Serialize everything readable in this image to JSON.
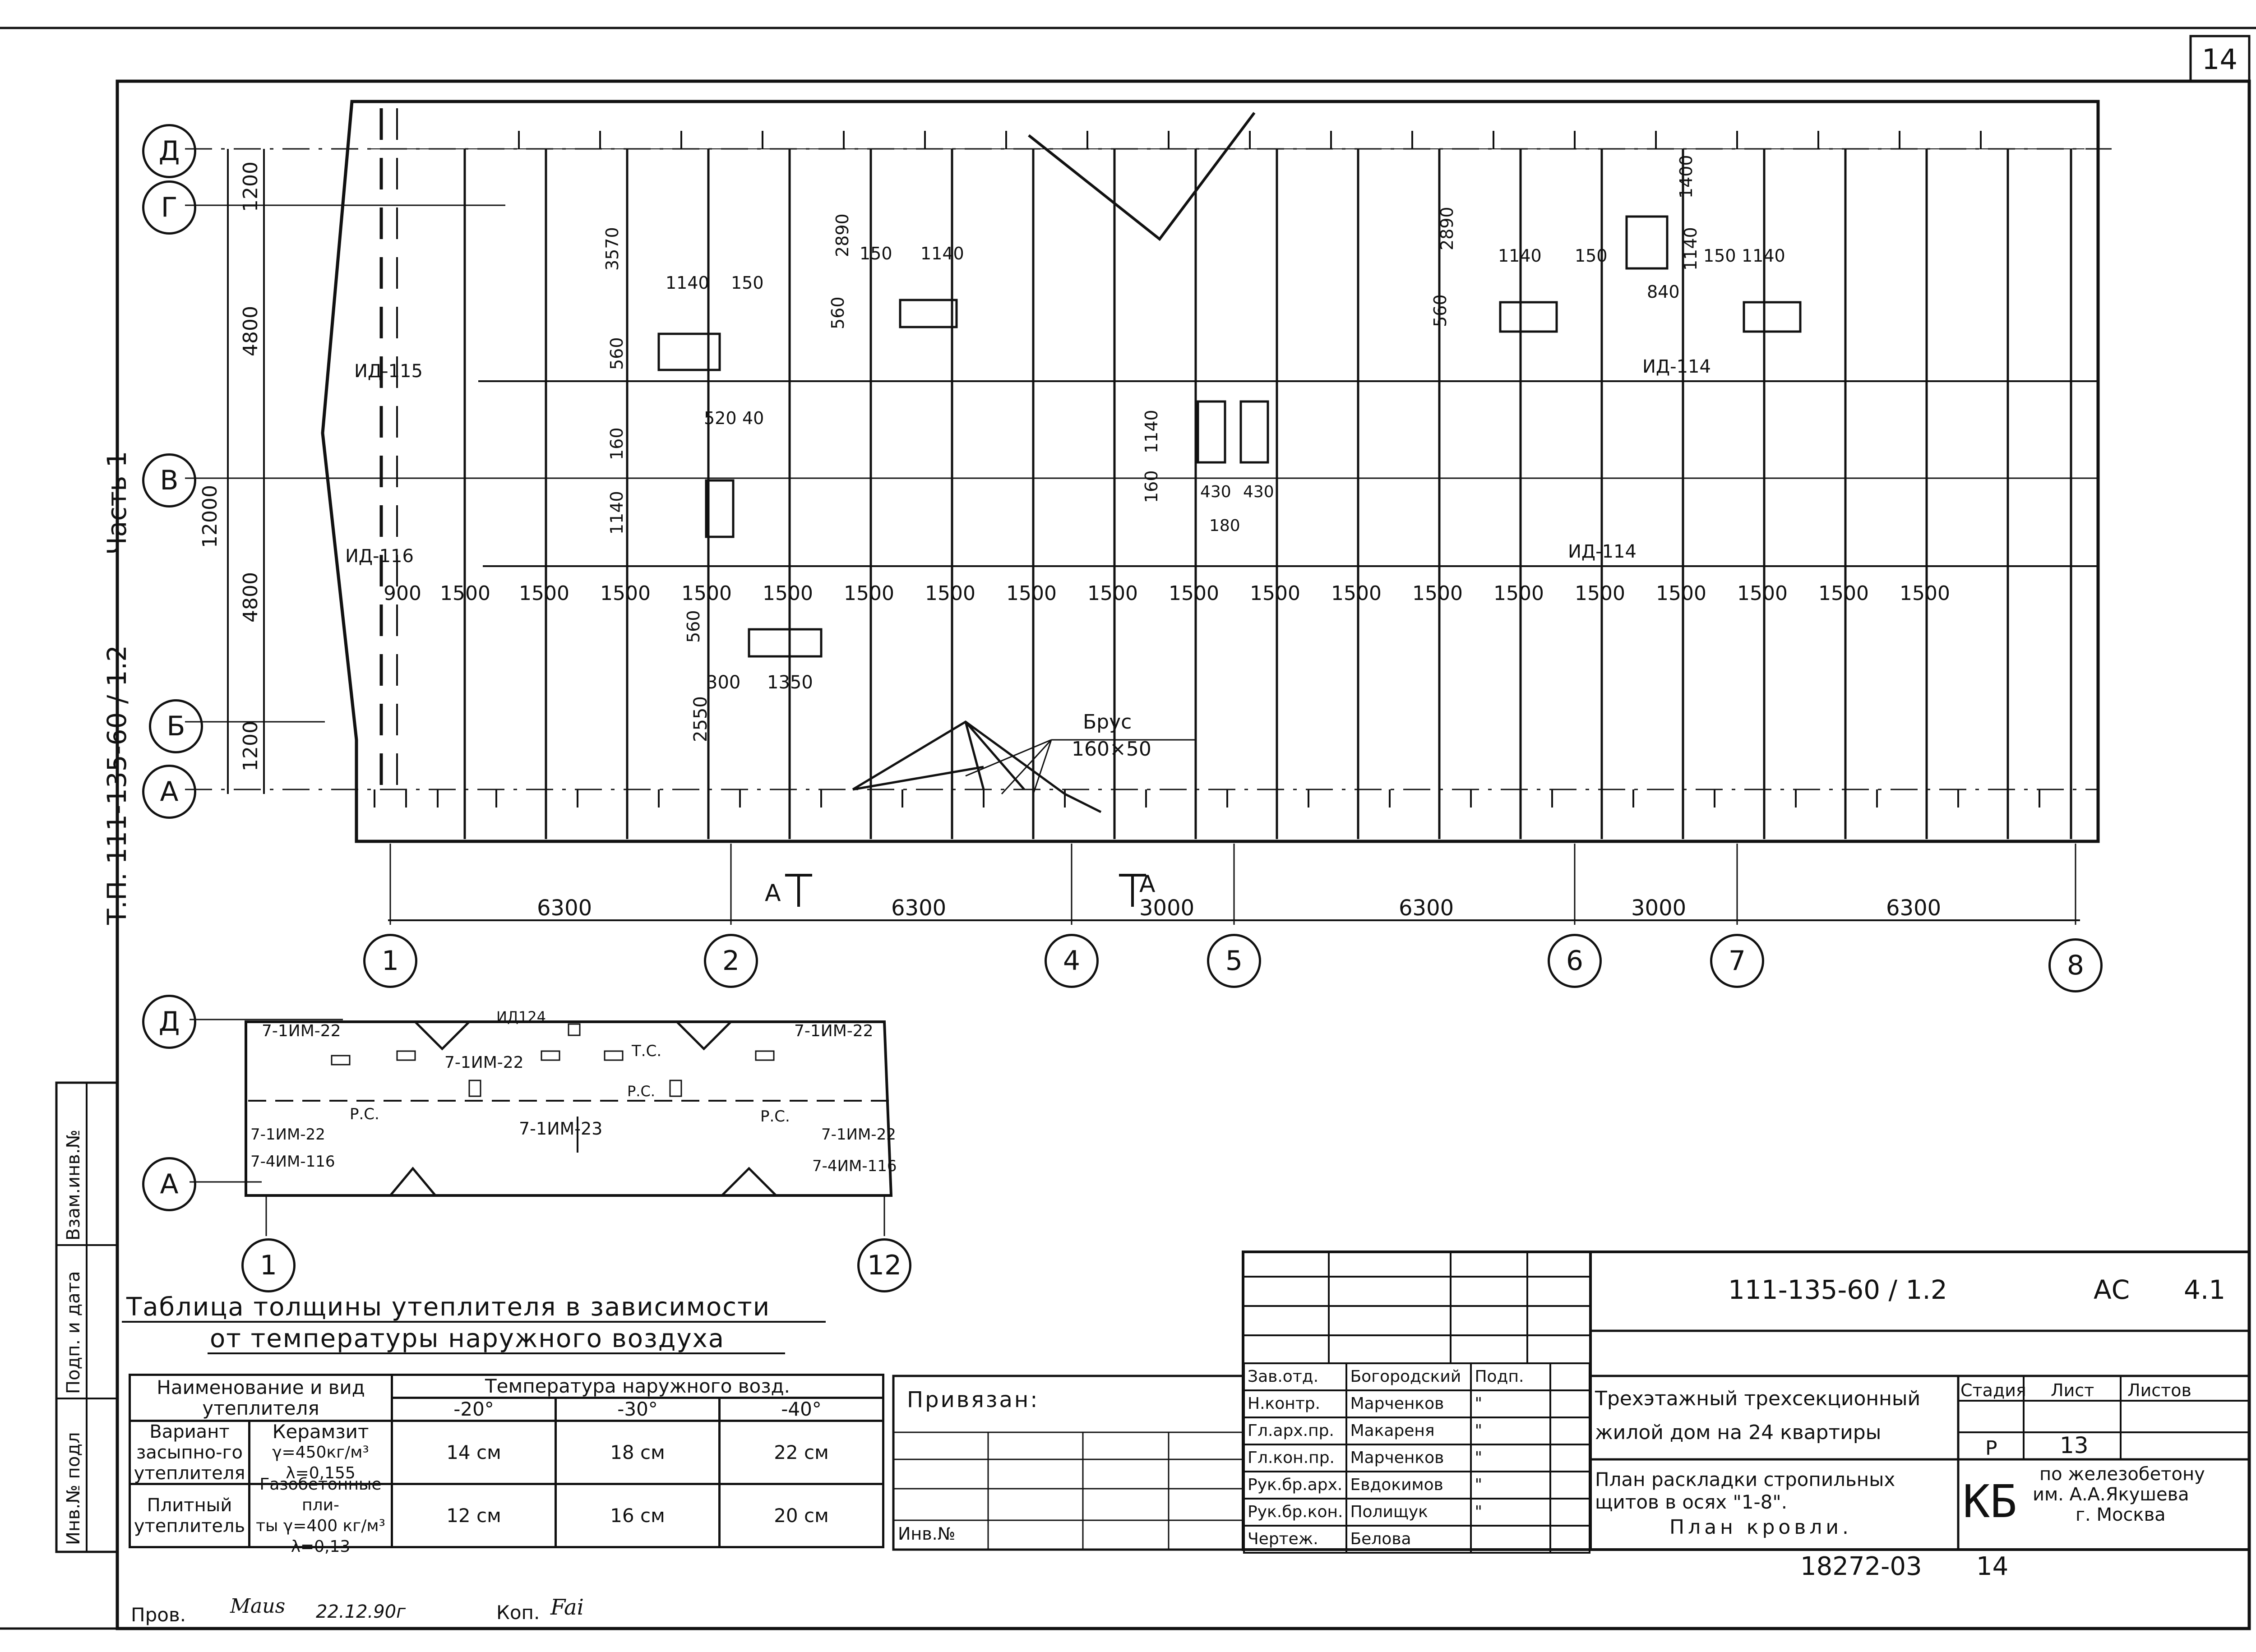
{
  "sheet": {
    "page_number": "14",
    "series_label": "Т.П.  111-135-60 / 1.2",
    "part_label": "Часть 1",
    "bottom_code": "18272-03",
    "bottom_sheet_no": "14",
    "check_label": "Пров.",
    "check_signature": "Maus",
    "check_date": "22.12.90г",
    "copy_label": "Коп.",
    "copy_signature": "Fai"
  },
  "left_strip": [
    "Инв.№ подл",
    "Подп. и дата",
    "Взам.инв.№"
  ],
  "plan": {
    "axes_rows": [
      "Д",
      "Г",
      "В",
      "Б",
      "А"
    ],
    "axes_cols": [
      "1",
      "2",
      "4",
      "5",
      "6",
      "7",
      "8"
    ],
    "span_dims": [
      "6300",
      "6300",
      "3000",
      "6300",
      "3000",
      "6300"
    ],
    "section_marks": [
      "А",
      "А"
    ],
    "vertical_dims": [
      "1200",
      "4800",
      "12000",
      "4800",
      "1200"
    ],
    "rafter_dims": [
      "900",
      "1500",
      "1500",
      "1500",
      "1500",
      "1500",
      "1500",
      "1500",
      "1500",
      "1500",
      "1500",
      "1500",
      "1500",
      "1500",
      "1500",
      "1500",
      "1500",
      "1500",
      "1500",
      "1500"
    ],
    "labels": {
      "id115": "ИД-115",
      "id116": "ИД-116",
      "id114a": "ИД-114",
      "id114b": "ИД-114",
      "brus": "Брус",
      "brus_size": "160×50"
    },
    "small_dims": [
      "3570",
      "2890",
      "2890",
      "1400",
      "560",
      "560",
      "560",
      "560",
      "1140",
      "150",
      "150",
      "1140",
      "1140",
      "150",
      "1140",
      "150",
      "1140",
      "840",
      "520",
      "40",
      "160",
      "1140",
      "1140",
      "160",
      "430",
      "430",
      "180",
      "300",
      "1350",
      "2550"
    ]
  },
  "small_plan": {
    "rows": [
      "Д",
      "А"
    ],
    "cols": [
      "1",
      "12"
    ],
    "labels": [
      "7-1ИМ-22",
      "ИД124",
      "7-1ИМ-22",
      "Т.С.",
      "7-1ИМ-22",
      "7-1ИМ-22",
      "Р.С.",
      "Р.С.",
      "Р.С.",
      "7-1ИМ-23",
      "7-1ИМ-22",
      "7-4ИМ-116",
      "7-4ИМ-116"
    ]
  },
  "insulation": {
    "title_line1": "Таблица толщины утеплителя в зависимости",
    "title_line2": "от температуры наружного воздуха",
    "head_name": "Наименование и вид утеплителя",
    "head_temp": "Температура наружного возд.",
    "temps": [
      "-20°",
      "-30°",
      "-40°"
    ],
    "rows": [
      {
        "group": "Вариант засыпно-го утеплителя",
        "material": "Керамзит",
        "param": "γ=450кг/м³ λ=0,155",
        "values": [
          "14 см",
          "18 см",
          "22 см"
        ]
      },
      {
        "group": "Плитный утеплитель",
        "material": "Газобетонные пли-",
        "param": "ты γ=400 кг/м³ λ=0,13",
        "values": [
          "12 см",
          "16 см",
          "20 см"
        ]
      }
    ]
  },
  "binding": {
    "label": "Привязан:",
    "inv_label": "Инв.№"
  },
  "staff": [
    {
      "role": "Зав.отд.",
      "name": "Богородский",
      "sign": "Подп."
    },
    {
      "role": "Н.контр.",
      "name": "Марченков",
      "sign": "\""
    },
    {
      "role": "Гл.арх.пр.",
      "name": "Макареня",
      "sign": "\""
    },
    {
      "role": "Гл.кон.пр.",
      "name": "Марченков",
      "sign": "\""
    },
    {
      "role": "Рук.бр.арх.",
      "name": "Евдокимов",
      "sign": "\""
    },
    {
      "role": "Рук.бр.кон.",
      "name": "Полищук",
      "sign": "\""
    },
    {
      "role": "Чертеж.",
      "name": "Белова",
      "sign": ""
    }
  ],
  "title_block": {
    "doc_code": "111-135-60 / 1.2",
    "mark": "АС",
    "vol": "4.1",
    "project_line1": "Трехэтажный трехсекционный",
    "project_line2": "жилой дом на 24 квартиры",
    "stage_label": "Стадия",
    "sheet_label": "Лист",
    "sheets_label": "Листов",
    "stage": "Р",
    "sheet": "13",
    "drawing_line1": "План раскладки стропильных",
    "drawing_line2": "щитов в осях \"1-8\".",
    "drawing_line3": "План кровли.",
    "org_logo": "КБ",
    "org_line1": "по железобетону",
    "org_line2": "им. А.А.Якушева",
    "org_line3": "г. Москва"
  }
}
